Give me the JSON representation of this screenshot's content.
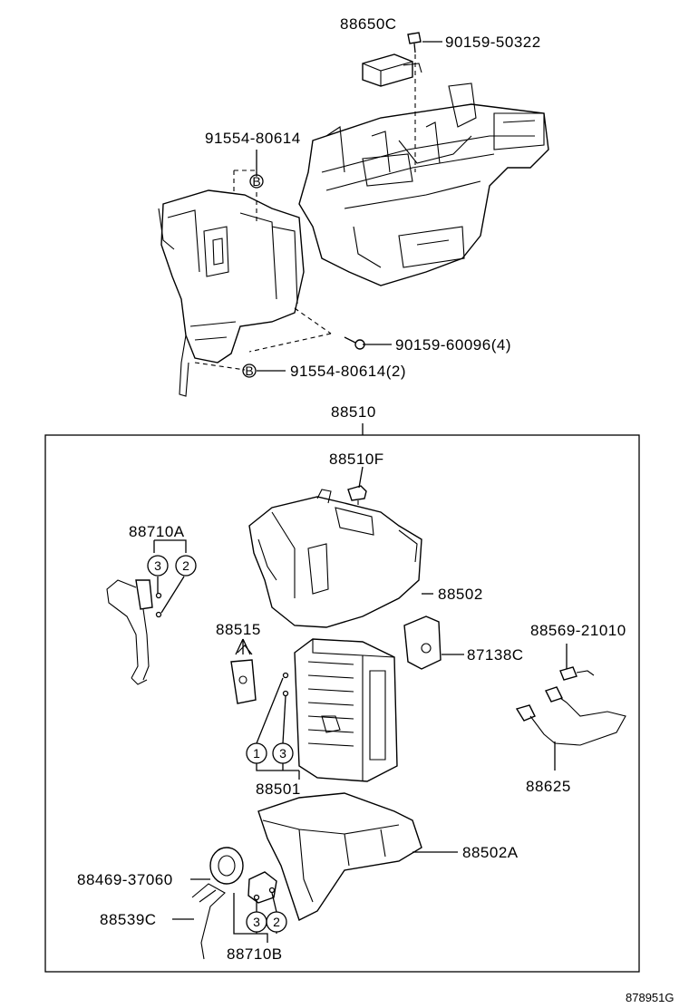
{
  "labels": {
    "p88650C": "88650C",
    "p90159_50322": "90159-50322",
    "p91554_80614": "91554-80614",
    "p90159_60096": "90159-60096(4)",
    "p91554_80614_2": "91554-80614(2)",
    "p88510": "88510",
    "p88510F": "88510F",
    "p88710A": "88710A",
    "p88502": "88502",
    "p88515": "88515",
    "p88569_21010": "88569-21010",
    "p87138C": "87138C",
    "p88501": "88501",
    "p88625": "88625",
    "p88502A": "88502A",
    "p88469_37060": "88469-37060",
    "p88539C": "88539C",
    "p88710B": "88710B",
    "diagram_code": "878951G"
  },
  "callouts": {
    "b": "B",
    "n1": "1",
    "n2": "2",
    "n3": "3"
  }
}
